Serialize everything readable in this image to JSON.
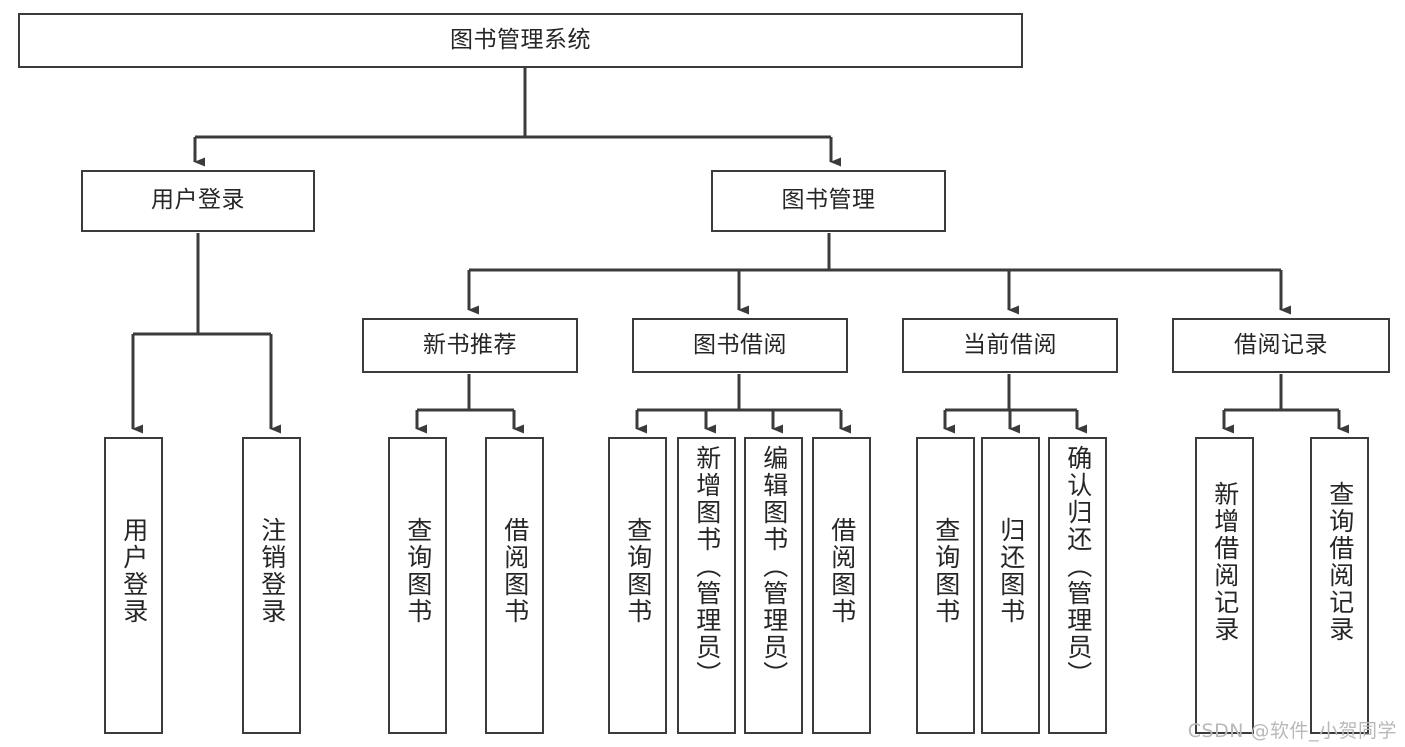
{
  "diagram": {
    "type": "tree-hierarchy-chart",
    "title": "图书管理系统",
    "watermark": "CSDN @软件_小贺同学",
    "colors": {
      "box_border": "#3b3b3b",
      "box_fill": "#ffffff",
      "connector": "#3b3b3b",
      "text": "#262626",
      "watermark": "#b9b9b9",
      "background": "#ffffff"
    },
    "levels": {
      "root": "图书管理系统",
      "level2": [
        "用户登录",
        "图书管理"
      ],
      "level3": [
        "新书推荐",
        "图书借阅",
        "当前借阅",
        "借阅记录"
      ],
      "level4_groups": [
        {
          "parent": "用户登录",
          "children": [
            "用户登录",
            "注销登录"
          ]
        },
        {
          "parent": "新书推荐",
          "children": [
            "查询图书",
            "借阅图书"
          ]
        },
        {
          "parent": "图书借阅",
          "children": [
            "查询图书",
            "新增图书（管理员）",
            "编辑图书（管理员）",
            "借阅图书"
          ]
        },
        {
          "parent": "当前借阅",
          "children": [
            "查询图书",
            "归还图书",
            "确认归还（管理员）"
          ]
        },
        {
          "parent": "借阅记录",
          "children": [
            "新增借阅记录",
            "查询借阅记录"
          ]
        }
      ]
    },
    "nodes": {
      "root": "图书管理系统",
      "user_login": "用户登录",
      "book_manage": "图书管理",
      "new_book_rec": "新书推荐",
      "book_borrow": "图书借阅",
      "current_borrow": "当前借阅",
      "borrow_record": "借阅记录",
      "leaf_user_login": "用户登录",
      "leaf_logout": "注销登录",
      "leaf_query_book_a": "查询图书",
      "leaf_borrow_book_a": "借阅图书",
      "leaf_query_book_b": "查询图书",
      "leaf_add_book": "新增图书（管理员）",
      "leaf_edit_book": "编辑图书（管理员）",
      "leaf_borrow_book_b": "借阅图书",
      "leaf_query_book_c": "查询图书",
      "leaf_return_book": "归还图书",
      "leaf_confirm_return": "确认归还（管理员）",
      "leaf_add_record": "新增借阅记录",
      "leaf_query_record": "查询借阅记录"
    }
  }
}
